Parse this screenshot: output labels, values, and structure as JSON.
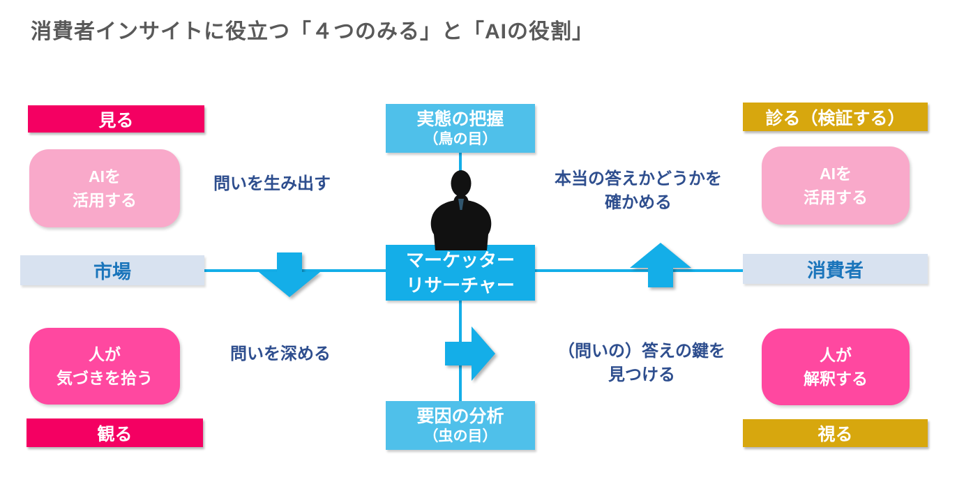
{
  "title": "消費者インサイトに役立つ「４つのみる」と「AIの役割」",
  "quadrants": {
    "top_left": {
      "tag": "見る",
      "bubble": "AIを\n活用する"
    },
    "top_right": {
      "tag": "診る（検証する）",
      "bubble": "AIを\n活用する"
    },
    "bottom_left": {
      "tag": "観る",
      "bubble": "人が\n気づきを拾う"
    },
    "bottom_right": {
      "tag": "視る",
      "bubble": "人が\n解釈する"
    }
  },
  "center": {
    "top_node": {
      "main": "実態の把握",
      "sub": "（鳥の目）"
    },
    "mid_node": "マーケッター\nリサーチャー",
    "bottom_node": {
      "main": "要因の分析",
      "sub": "（虫の目）"
    },
    "person_icon": "businessman-silhouette"
  },
  "sides": {
    "left": "市場",
    "right": "消費者"
  },
  "arrow_labels": {
    "top_left": "問いを生み出す",
    "top_right": "本当の答えかどうかを\n確かめる",
    "bottom_left": "問いを深める",
    "bottom_right": "（問いの）答えの鍵を\n見つける"
  },
  "colors": {
    "crimson_pink": "#f40062",
    "gold": "#d7a70e",
    "hot_pink": "#ff48a0",
    "light_pink": "#f9a9ca",
    "sky_blue": "#4fc0ea",
    "bright_blue": "#14aee8",
    "pale_blue_gray": "#d8e2f0",
    "navy_label": "#2e4e8e",
    "side_text_blue": "#1b75bb",
    "title_gray": "#595959"
  }
}
